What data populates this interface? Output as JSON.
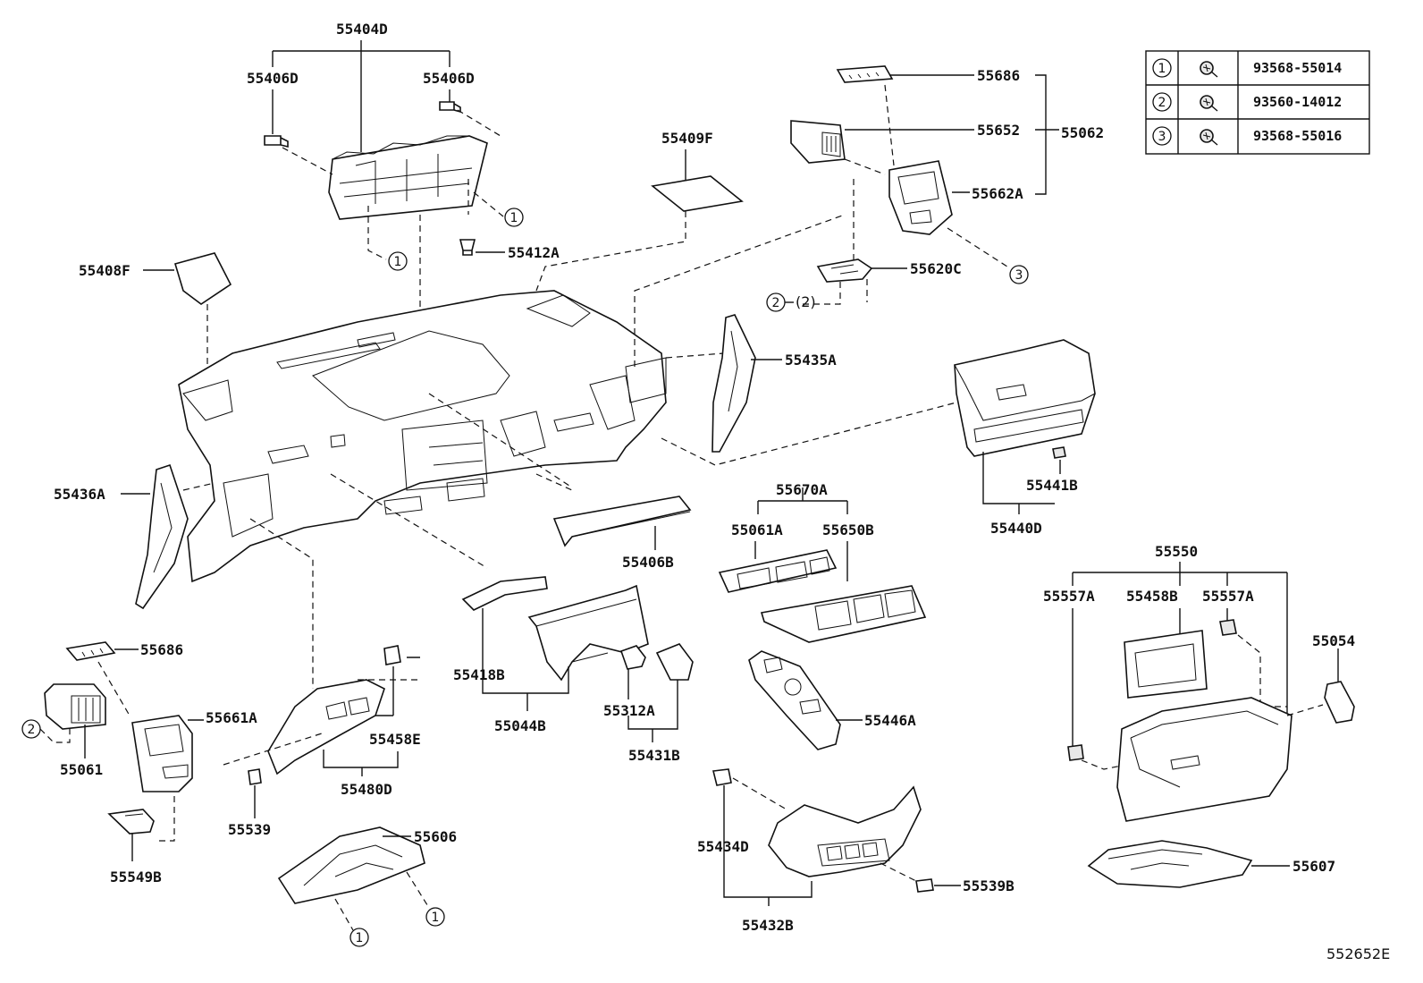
{
  "labels": {
    "p55404D": "55404D",
    "p55406D_l": "55406D",
    "p55406D_r": "55406D",
    "p55409F": "55409F",
    "p55412A": "55412A",
    "p55408F": "55408F",
    "p55686_top": "55686",
    "p55652": "55652",
    "p55062": "55062",
    "p55662A": "55662A",
    "p55620C": "55620C",
    "p55435A": "55435A",
    "p55436A": "55436A",
    "p55441B": "55441B",
    "p55440D": "55440D",
    "p55670A": "55670A",
    "p55061A": "55061A",
    "p55650B": "55650B",
    "p55406B": "55406B",
    "p55550": "55550",
    "p55557A_l": "55557A",
    "p55458B": "55458B",
    "p55557A_r": "55557A",
    "p55054": "55054",
    "p55686_left": "55686",
    "p55661A": "55661A",
    "p55061": "55061",
    "p55418B": "55418B",
    "p55044B": "55044B",
    "p55312A": "55312A",
    "p55431B": "55431B",
    "p55446A": "55446A",
    "p55458E": "55458E",
    "p55480D": "55480D",
    "p55539": "55539",
    "p55549B": "55549B",
    "p55606": "55606",
    "p55434D": "55434D",
    "p55432B": "55432B",
    "p55539B": "55539B",
    "p55607": "55607"
  },
  "callouts": {
    "c1": "1",
    "c2": "2",
    "c3": "3",
    "c2_paren": "(2)"
  },
  "legend": [
    {
      "num": "1",
      "code": "93568-55014",
      "icon": "screw-icon"
    },
    {
      "num": "2",
      "code": "93560-14012",
      "icon": "screw-icon"
    },
    {
      "num": "3",
      "code": "93568-55016",
      "icon": "screw-icon"
    }
  ],
  "figure_id": "552652E"
}
